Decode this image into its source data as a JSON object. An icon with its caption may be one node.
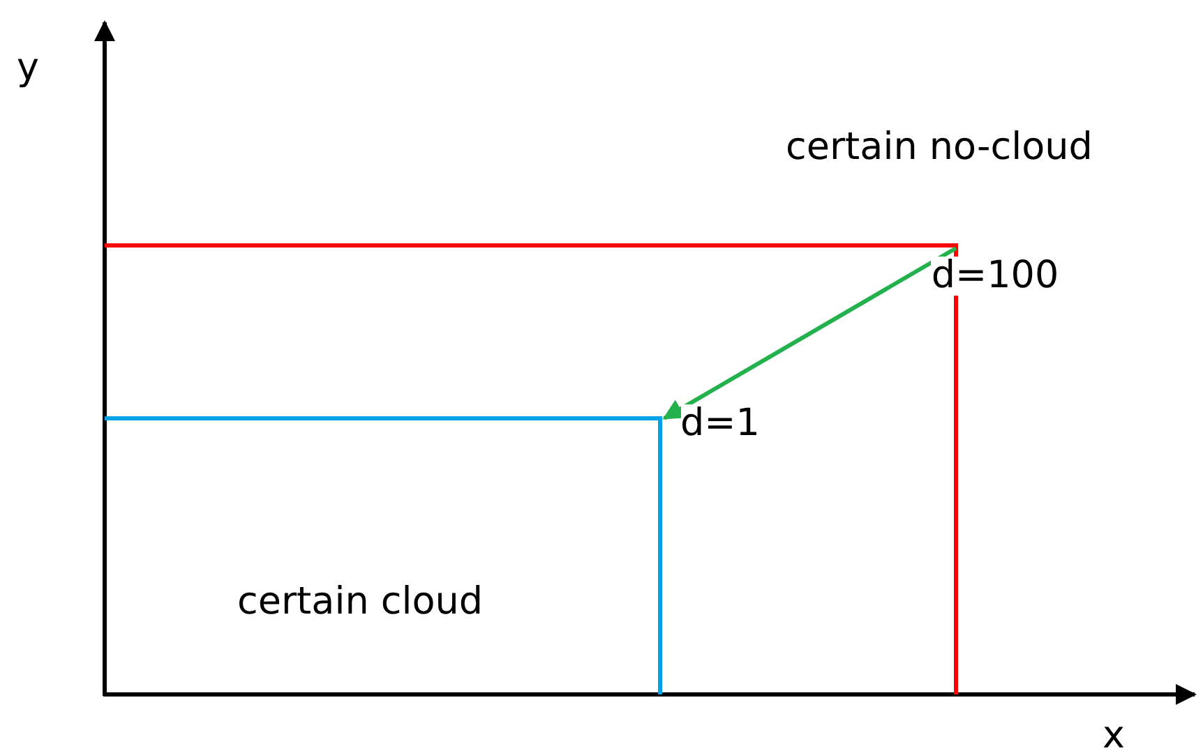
{
  "diagram": {
    "nodes": [
      {
        "text": [
          "d=100"
        ]
      },
      {
        "text": [
          "d=1"
        ]
      }
    ],
    "edges": [
      {
        "from": 0,
        "to": 1,
        "arrow": "to",
        "color": "#22b14c"
      }
    ],
    "labels": [
      "y",
      "certain no-cloud",
      "certain cloud",
      "x"
    ]
  }
}
